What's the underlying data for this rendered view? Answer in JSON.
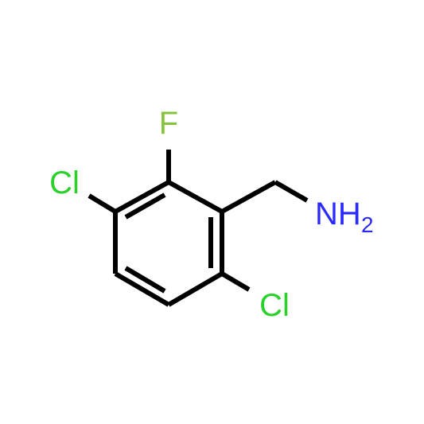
{
  "molecule": {
    "atoms": {
      "fluorine": {
        "label": "F"
      },
      "chlorine_left": {
        "label": "Cl"
      },
      "chlorine_bottom": {
        "label": "Cl"
      },
      "amine": {
        "label": "NH",
        "subscript": "2"
      }
    },
    "colors": {
      "bond": "#000000",
      "fluorine": "#86c440",
      "chlorine": "#2bd12b",
      "nitrogen": "#2a2aff"
    }
  }
}
